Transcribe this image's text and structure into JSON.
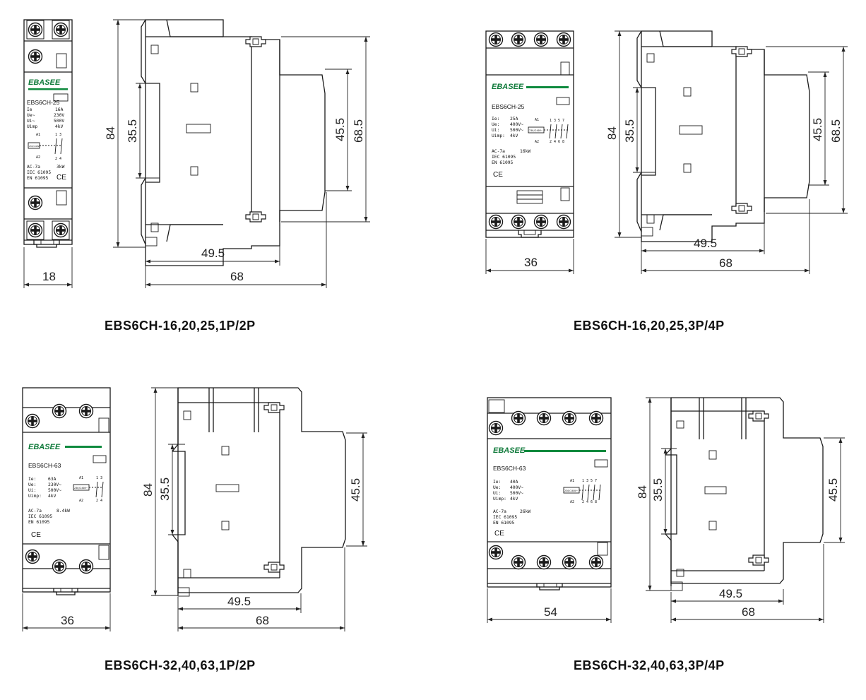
{
  "drawings": [
    {
      "id": "p1",
      "caption": "EBS6CH-16,20,25,1P/2P",
      "front": {
        "brand": "EBASEE",
        "model": "EBS6CH-25",
        "specs": [
          {
            "k": "Ie",
            "v": "16A"
          },
          {
            "k": "Ue~",
            "v": "230V"
          },
          {
            "k": "Ui~",
            "v": "500V"
          },
          {
            "k": "Uimp",
            "v": "4kV"
          }
        ],
        "ac": "AC-7a",
        "ac_power": "3kW",
        "std1": "IEC 61095",
        "std2": "EN 61095",
        "mark": "CE",
        "coil": "230/240V~",
        "coil_top": "A1",
        "coil_bottom": "A2",
        "contacts_top": "1 3",
        "contacts_bottom": "2 4"
      },
      "dims": {
        "width": "18",
        "height": "84",
        "inner": "35.5",
        "mid": "45.5",
        "outer": "68.5",
        "depth_a": "49.5",
        "depth_b": "68"
      }
    },
    {
      "id": "p2",
      "caption": "EBS6CH-16,20,25,3P/4P",
      "front": {
        "brand": "EBASEE",
        "model": "EBS6CH-25",
        "specs": [
          {
            "k": "Ie:",
            "v": "25A"
          },
          {
            "k": "Ue:",
            "v": "400V~"
          },
          {
            "k": "Ui:",
            "v": "500V~"
          },
          {
            "k": "Uimp:",
            "v": "4kV"
          }
        ],
        "ac": "AC-7a",
        "ac_power": "16kW",
        "std1": "IEC 61095",
        "std2": "EN 61095",
        "mark": "CE",
        "coil": "230/240V~",
        "coil_top": "A1",
        "coil_bottom": "A2",
        "contacts_top": "1 3 5 7",
        "contacts_bottom": "2 4 6 8"
      },
      "dims": {
        "width": "36",
        "height": "84",
        "inner": "35.5",
        "mid": "45.5",
        "outer": "68.5",
        "depth_a": "49.5",
        "depth_b": "68"
      }
    },
    {
      "id": "p3",
      "caption": "EBS6CH-32,40,63,1P/2P",
      "front": {
        "brand": "EBASEE",
        "model": "EBS6CH-63",
        "specs": [
          {
            "k": "Ie:",
            "v": "63A"
          },
          {
            "k": "Ue:",
            "v": "230V~"
          },
          {
            "k": "Ui:",
            "v": "500V~"
          },
          {
            "k": "Uimp:",
            "v": "4kV"
          }
        ],
        "ac": "AC-7a",
        "ac_power": "8.4kW",
        "std1": "IEC 61095",
        "std2": "EN 61095",
        "mark": "CE",
        "coil": "230/240V~",
        "coil_top": "A1",
        "coil_bottom": "A2",
        "contacts_top": "1 3",
        "contacts_bottom": "2 4"
      },
      "dims": {
        "width": "36",
        "height": "84",
        "inner": "35.5",
        "mid": "45.5",
        "depth_a": "49.5",
        "depth_b": "68"
      }
    },
    {
      "id": "p4",
      "caption": "EBS6CH-32,40,63,3P/4P",
      "front": {
        "brand": "EBASEE",
        "model": "EBS6CH-63",
        "specs": [
          {
            "k": "Ie:",
            "v": "40A"
          },
          {
            "k": "Ue:",
            "v": "400V~"
          },
          {
            "k": "Ui:",
            "v": "500V~"
          },
          {
            "k": "Uimp:",
            "v": "4kV"
          }
        ],
        "ac": "AC-7a",
        "ac_power": "26kW",
        "std1": "IEC 61095",
        "std2": "EN 61095",
        "mark": "CE",
        "coil": "230/240V~",
        "coil_top": "A1",
        "coil_bottom": "A2",
        "contacts_top": "1 3 5 7",
        "contacts_bottom": "2 4 6 8"
      },
      "dims": {
        "width": "54",
        "height": "84",
        "inner": "35.5",
        "mid": "45.5",
        "depth_a": "49.5",
        "depth_b": "68"
      }
    }
  ]
}
